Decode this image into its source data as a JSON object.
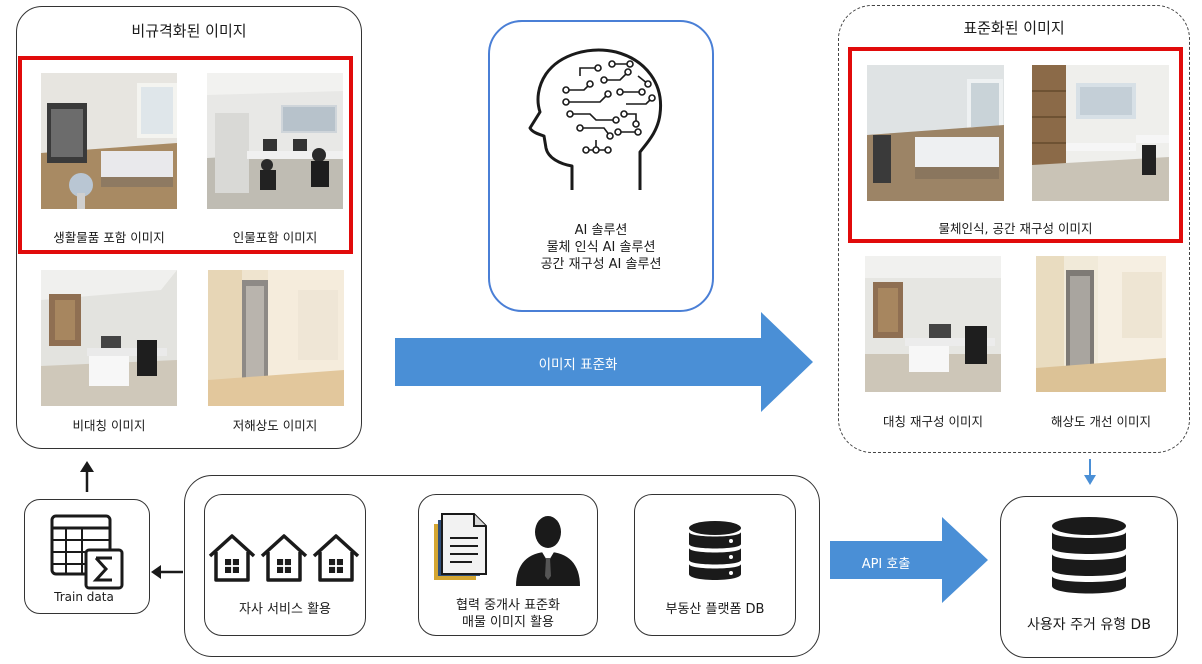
{
  "colors": {
    "red_highlight": "#e10b0b",
    "arrow_blue": "#4a8fd6",
    "ai_box_border": "#4a7fd6",
    "icon_dark": "#1a1a1a"
  },
  "non_standard": {
    "title": "비규격화된 이미지",
    "captions": [
      "생활물품 포함 이미지",
      "인물포함 이미지",
      "비대칭 이미지",
      "저해상도 이미지"
    ]
  },
  "standardized": {
    "title": "표준화된 이미지",
    "highlight_caption": "물체인식, 공간 재구성 이미지",
    "captions": [
      "대칭 재구성 이미지",
      "해상도 개선 이미지"
    ]
  },
  "ai_box": {
    "lines": [
      "AI 솔루션",
      "물체 인식 AI 솔루션",
      "공간 재구성 AI 솔루션"
    ],
    "icon": "brain-circuit-head-icon"
  },
  "main_arrow_label": "이미지 표준화",
  "api_arrow_label": "API 호출",
  "train_data": {
    "label": "Train data",
    "icon": "spreadsheet-sum-icon"
  },
  "sources": [
    {
      "label": "자사 서비스 활용",
      "icon": "houses-icon"
    },
    {
      "label_line1": "협력 중개사 표준화",
      "label_line2": "매물 이미지 활용",
      "icon": "document-person-icon"
    },
    {
      "label": "부동산 플랫폼 DB",
      "icon": "database-icon"
    }
  ],
  "user_db": {
    "label": "사용자 주거 유형 DB",
    "icon": "database-icon"
  }
}
